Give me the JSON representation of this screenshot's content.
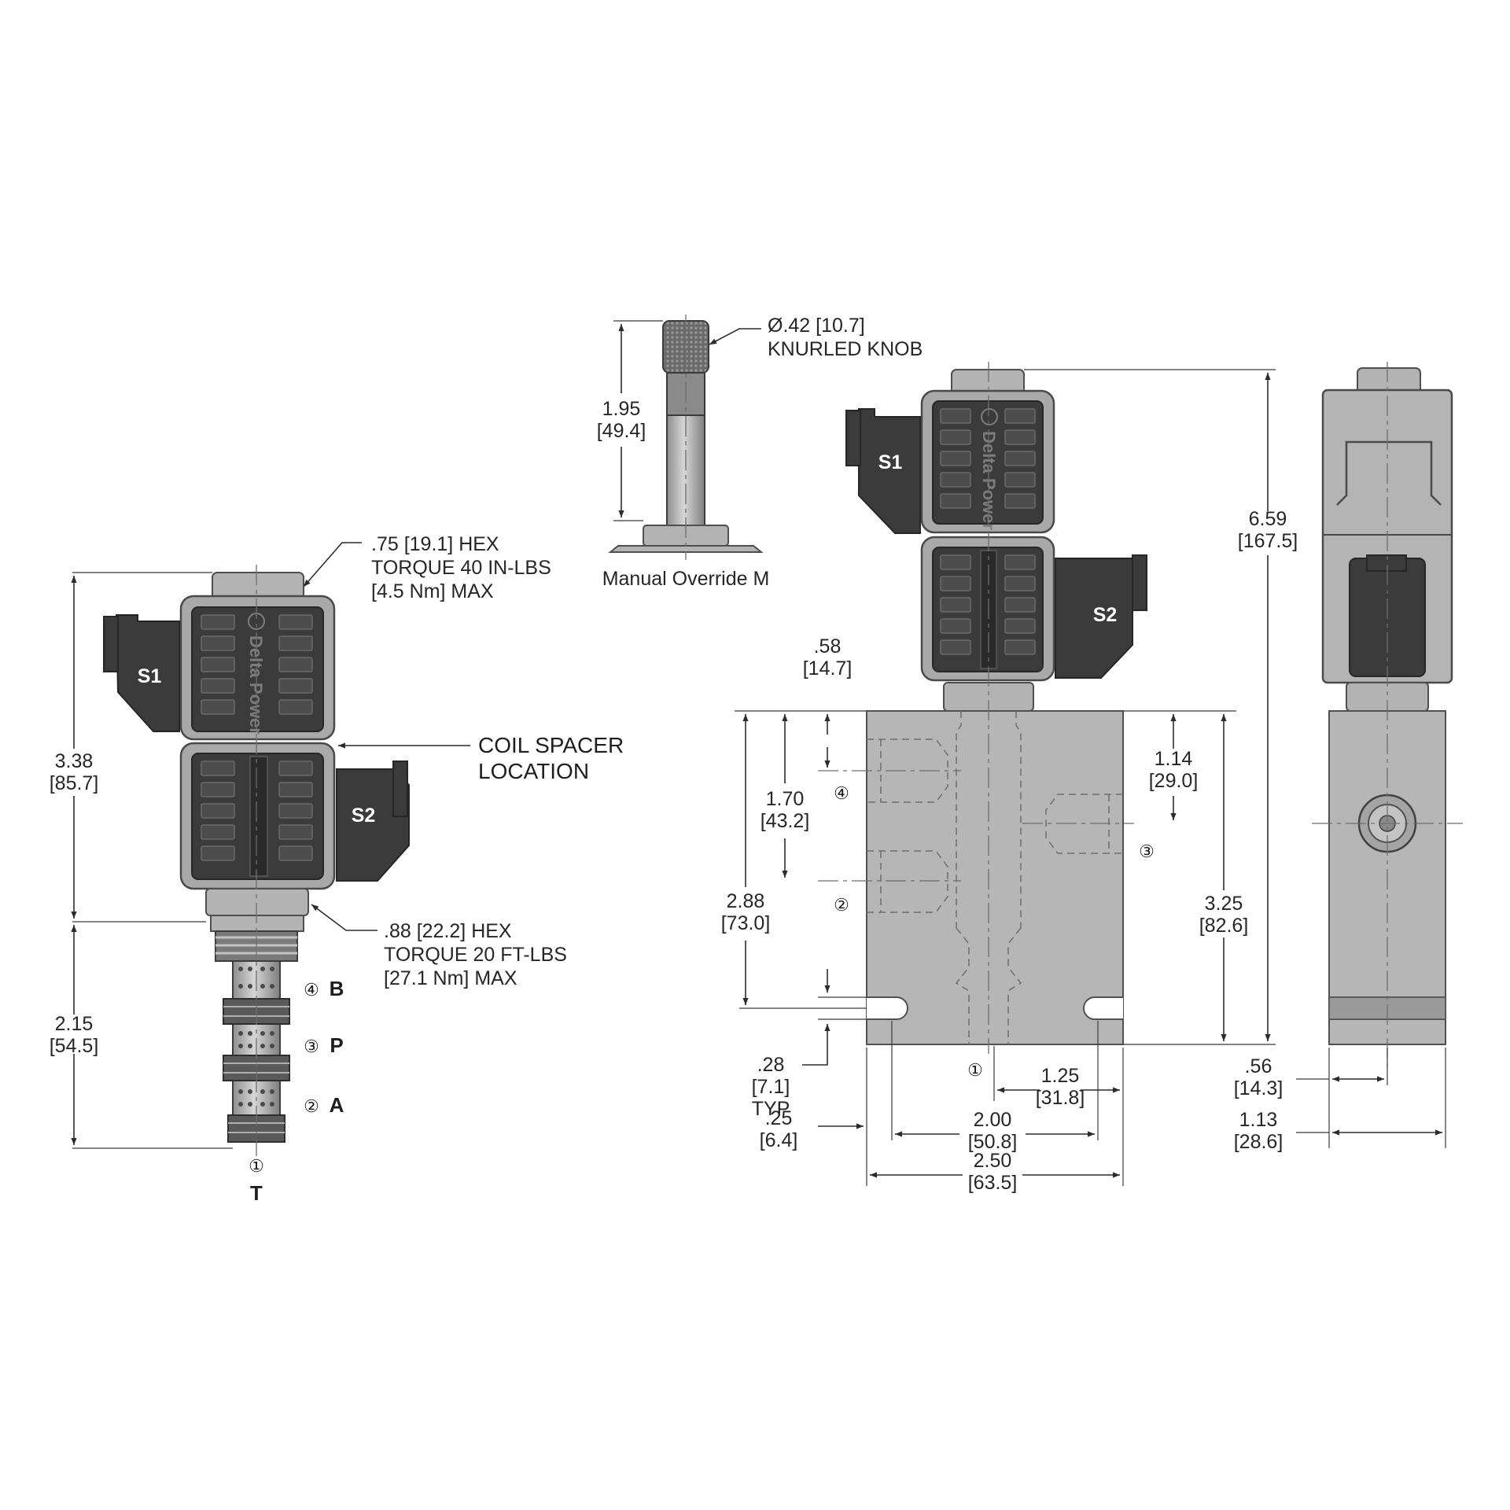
{
  "left_view": {
    "hex_top_note": [
      ".75 [19.1] HEX",
      "TORQUE 40 IN-LBS",
      "[4.5 Nm] MAX"
    ],
    "hex_bottom_note": [
      ".88 [22.2] HEX",
      "TORQUE 20 FT-LBS",
      "[27.1 Nm] MAX"
    ],
    "coil_spacer_note": [
      "COIL SPACER",
      "LOCATION"
    ],
    "coil_labels": [
      "S1",
      "S2"
    ],
    "brand": "Delta Power",
    "dims": [
      {
        "value": "3.38",
        "metric": "[85.7]"
      },
      {
        "value": "2.15",
        "metric": "[54.5]"
      }
    ],
    "ports": [
      {
        "num": "④",
        "name": "B"
      },
      {
        "num": "③",
        "name": "P"
      },
      {
        "num": "②",
        "name": "A"
      },
      {
        "num": "①",
        "name": "T"
      }
    ]
  },
  "override": {
    "knob_note": [
      "Ø.42 [10.7]",
      "KNURLED KNOB"
    ],
    "height": {
      "value": "1.95",
      "metric": "[49.4]"
    },
    "caption": "Manual Override M"
  },
  "front_view": {
    "coil_labels": [
      "S1",
      "S2"
    ],
    "brand": "Delta Power",
    "dims": {
      "d058": {
        "value": ".58",
        "metric": "[14.7]"
      },
      "d170": {
        "value": "1.70",
        "metric": "[43.2]"
      },
      "d288": {
        "value": "2.88",
        "metric": "[73.0]"
      },
      "d028": {
        "value": ".28",
        "metric": "[7.1]",
        "note": "TYP"
      },
      "d114": {
        "value": "1.14",
        "metric": "[29.0]"
      },
      "d325": {
        "value": "3.25",
        "metric": "[82.6]"
      },
      "d659": {
        "value": "6.59",
        "metric": "[167.5]"
      },
      "d125": {
        "value": "1.25",
        "metric": "[31.8]"
      },
      "d200": {
        "value": "2.00",
        "metric": "[50.8]"
      },
      "d025": {
        "value": ".25",
        "metric": "[6.4]"
      },
      "d250": {
        "value": "2.50",
        "metric": "[63.5]"
      }
    },
    "ports": [
      "④",
      "②",
      "③",
      "①"
    ]
  },
  "side_view": {
    "dims": {
      "d056": {
        "value": ".56",
        "metric": "[14.3]"
      },
      "d113": {
        "value": "1.13",
        "metric": "[28.6]"
      }
    }
  }
}
